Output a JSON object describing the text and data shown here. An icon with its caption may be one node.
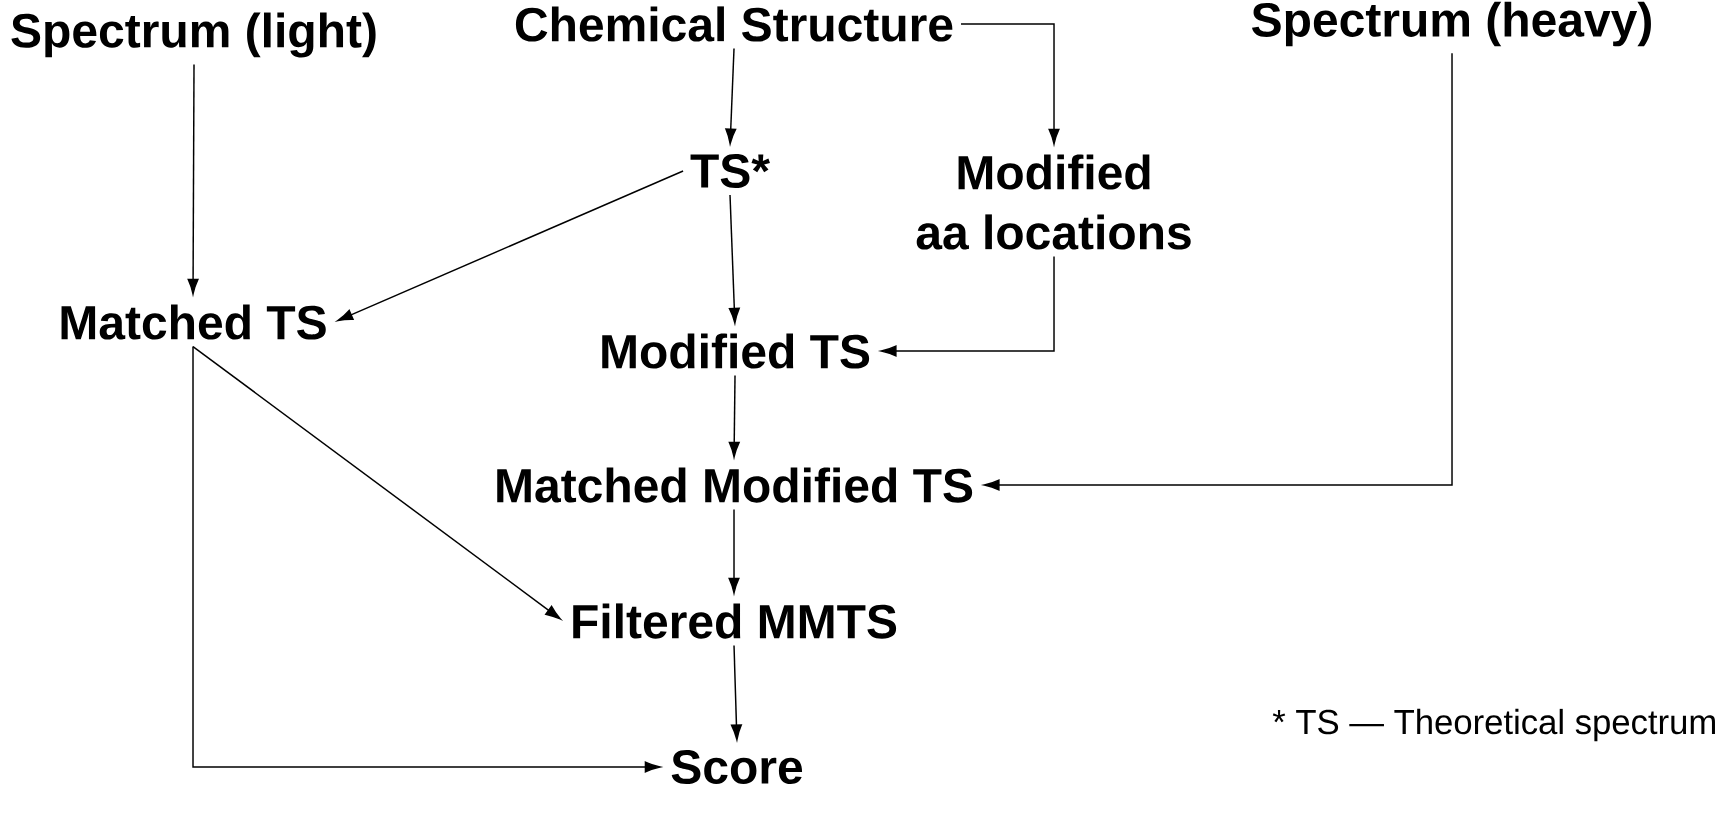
{
  "diagram": {
    "nodes": [
      {
        "text": [
          "Spectrum (light)"
        ]
      },
      {
        "text": [
          "Chemical Structure"
        ]
      },
      {
        "text": [
          "Spectrum (heavy)"
        ]
      },
      {
        "text": [
          "TS*"
        ]
      },
      {
        "text": [
          "Modified aa locations"
        ]
      },
      {
        "text": [
          "Matched TS"
        ]
      },
      {
        "text": [
          "Modified TS"
        ]
      },
      {
        "text": [
          "Matched Modified TS"
        ]
      },
      {
        "text": [
          "Filtered MMTS"
        ]
      },
      {
        "text": [
          "Score"
        ]
      }
    ],
    "edges": [
      {
        "from": 0,
        "to": 5,
        "arrow": "to"
      },
      {
        "from": 1,
        "to": 3,
        "arrow": "to"
      },
      {
        "from": 1,
        "to": 4,
        "arrow": "to"
      },
      {
        "from": 3,
        "to": 5,
        "arrow": "to"
      },
      {
        "from": 3,
        "to": 6,
        "arrow": "to"
      },
      {
        "from": 4,
        "to": 6,
        "arrow": "to"
      },
      {
        "from": 6,
        "to": 7,
        "arrow": "to"
      },
      {
        "from": 2,
        "to": 7,
        "arrow": "to"
      },
      {
        "from": 7,
        "to": 8,
        "arrow": "to"
      },
      {
        "from": 5,
        "to": 8,
        "arrow": "to"
      },
      {
        "from": 8,
        "to": 9,
        "arrow": "to"
      },
      {
        "from": 5,
        "to": 9,
        "arrow": "to"
      }
    ],
    "labels": [
      "* TS — Theoretical spectrum"
    ]
  }
}
